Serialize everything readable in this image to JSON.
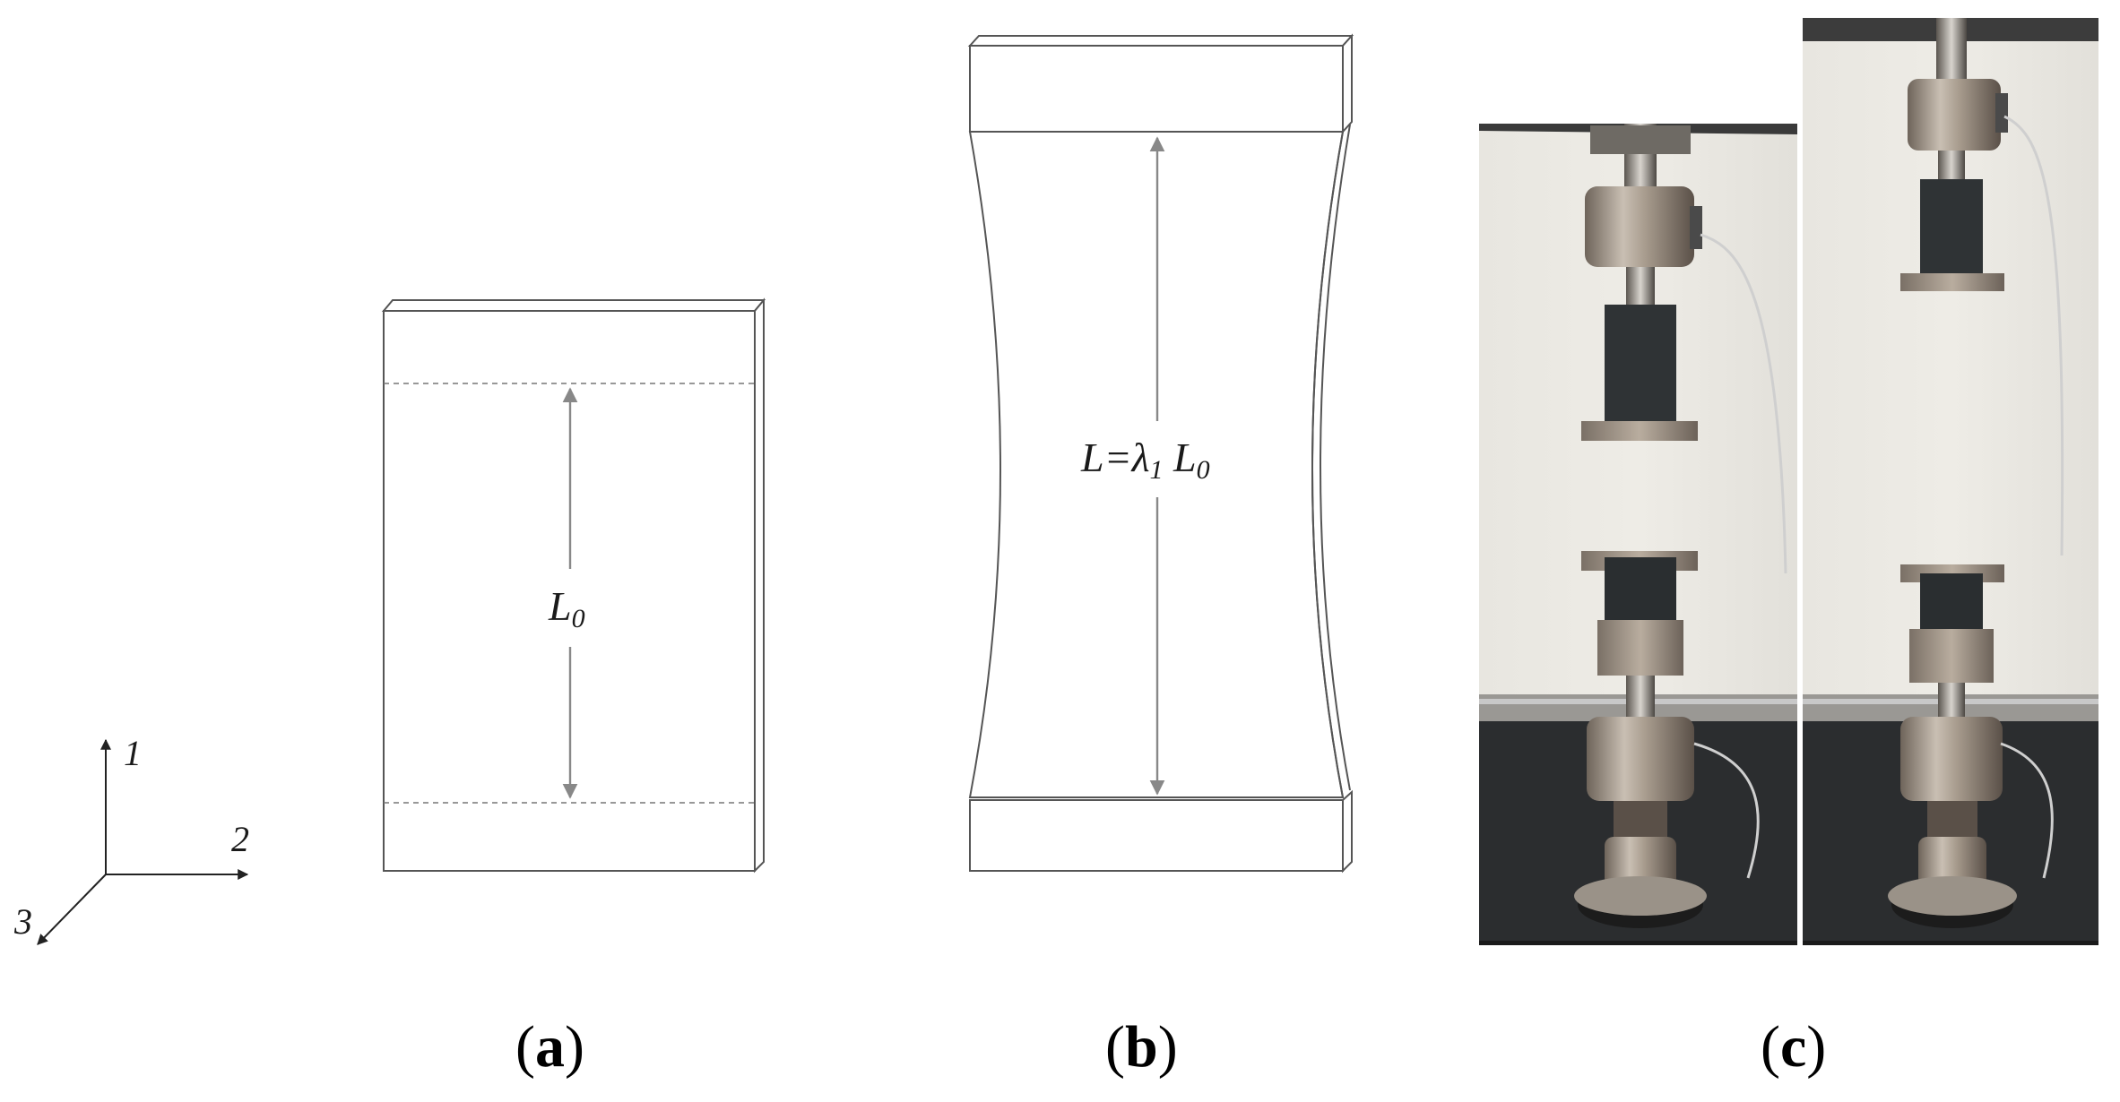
{
  "axes": {
    "axis_1_label": "1",
    "axis_2_label": "2",
    "axis_3_label": "3"
  },
  "panel_a": {
    "length_label": "L",
    "length_subscript": "0",
    "caption_letter": "a"
  },
  "panel_b": {
    "length_label_prefix": "L=λ",
    "lambda_subscript": "1",
    "length_label_mid": " L",
    "length_subscript": "0",
    "caption_letter": "b"
  },
  "panel_c": {
    "caption_letter": "c",
    "photos": [
      "undeformed-specimen-photo",
      "stretched-specimen-photo"
    ]
  },
  "colors": {
    "outline": "#555555",
    "dimension_arrow": "#888888",
    "text": "#1a1a1a"
  }
}
